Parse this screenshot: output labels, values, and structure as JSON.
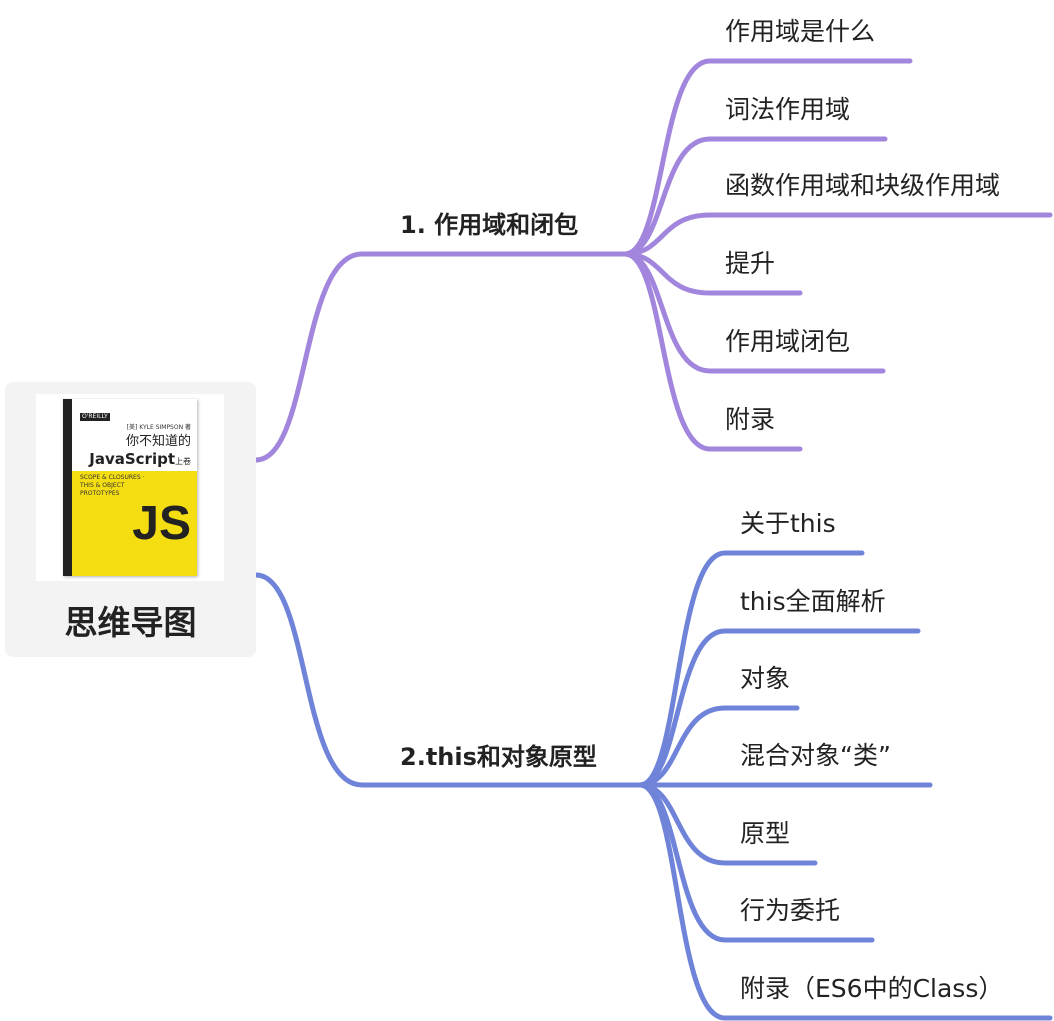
{
  "root": {
    "title": "思维导图",
    "cover": {
      "title": "你不知道的",
      "subtitle": "JavaScript",
      "volume": "上卷",
      "logo": "JS",
      "publisher": "O'REILLY",
      "author": "[美] KYLE SIMPSON 著",
      "tagline": "SCOPE & CLOSURES · THIS & OBJECT PROTOTYPES"
    }
  },
  "colors": {
    "branch1": "#a285dc",
    "branch2": "#6f84d9",
    "background": "#f3f3f3"
  },
  "branches": [
    {
      "label": "1. 作用域和闭包",
      "children": [
        "作用域是什么",
        "词法作用域",
        "函数作用域和块级作用域",
        "提升",
        "作用域闭包",
        "附录"
      ]
    },
    {
      "label": "2.this和对象原型",
      "children": [
        "关于this",
        "this全面解析",
        "对象",
        "混合对象“类”",
        "原型",
        "行为委托",
        "附录（ES6中的Class）"
      ]
    }
  ]
}
